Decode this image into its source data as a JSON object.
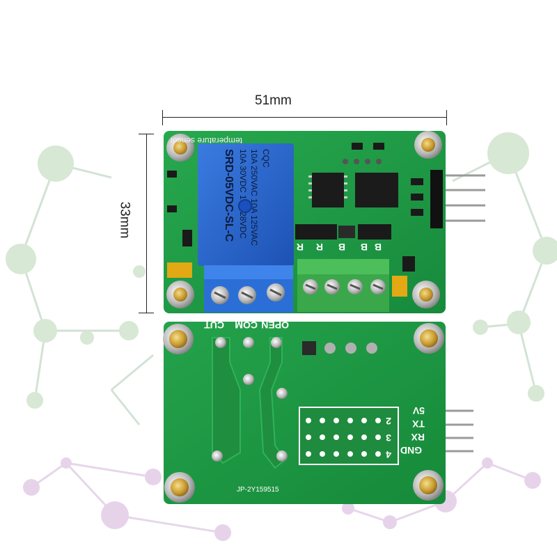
{
  "dimensions": {
    "width_label": "51mm",
    "height_label": "33mm"
  },
  "relay": {
    "brand_mark": "CQC",
    "ratings": [
      "10A 250VAC 10A 125VAC",
      "10A 30VDC 10A 28VDC"
    ],
    "model": "SRD-05VDC-SL-C"
  },
  "top_board": {
    "silkscreen_title": "temperature sensor",
    "terminal_labels": [
      "R",
      "R",
      "B",
      "B",
      "B"
    ]
  },
  "bottom_board": {
    "relay_labels": [
      "OPEN",
      "COM",
      "CUT"
    ],
    "pin_labels": [
      "5V",
      "TX",
      "RX",
      "GND"
    ],
    "header_numbers": [
      "2",
      "3",
      "4"
    ],
    "part_number": "JP-2Y159515"
  },
  "colors": {
    "pcb_green": "#1e9c46",
    "relay_blue": "#2a62c9",
    "terminal_blue": "#2b6fd6",
    "terminal_green": "#3aa84a",
    "gold": "#d4b24a"
  }
}
